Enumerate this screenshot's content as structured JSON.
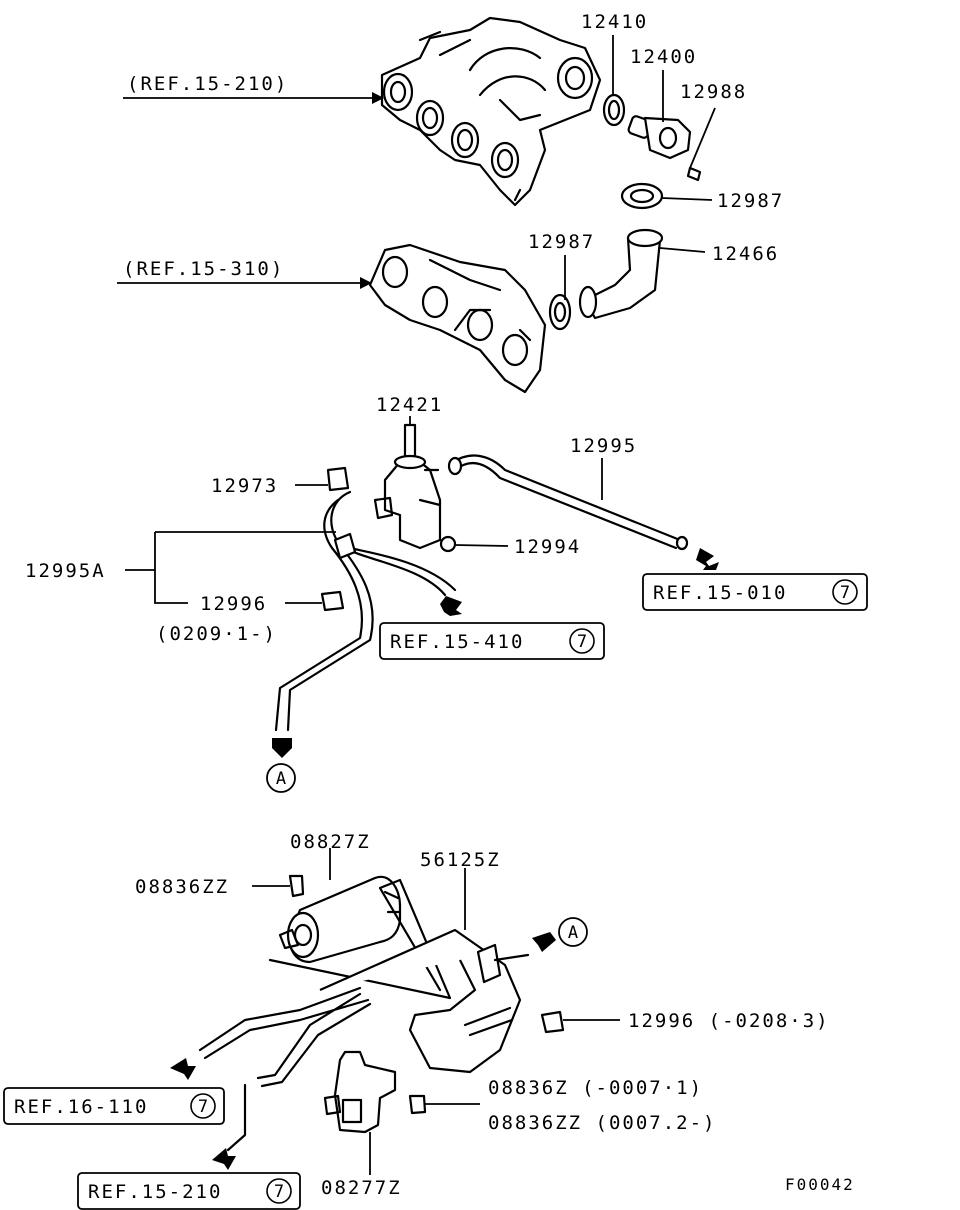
{
  "diagram_code": "F00042",
  "references": {
    "ref_15_210_top": "(REF.15-210)",
    "ref_15_310": "(REF.15-310)",
    "ref_15_010": "REF.15-010",
    "ref_15_410": "REF.15-410",
    "ref_16_110": "REF.16-110",
    "ref_15_210_bottom": "REF.15-210",
    "circle_num": "7"
  },
  "connector": "A",
  "parts": {
    "p12410": "12410",
    "p12400": "12400",
    "p12988": "12988",
    "p12987_a": "12987",
    "p12987_b": "12987",
    "p12466": "12466",
    "p12421": "12421",
    "p12995": "12995",
    "p12973": "12973",
    "p12994": "12994",
    "p12995A": "12995A",
    "p12996": "12996",
    "p12996_date": "(0209·1-)",
    "p08827Z": "08827Z",
    "p56125Z": "56125Z",
    "p08836ZZ_top": "08836ZZ",
    "p12996_b": "12996 (-0208·3)",
    "p08836Z": "08836Z (-0007·1)",
    "p08836ZZ_b": "08836ZZ (0007.2-)",
    "p08277Z": "08277Z"
  }
}
